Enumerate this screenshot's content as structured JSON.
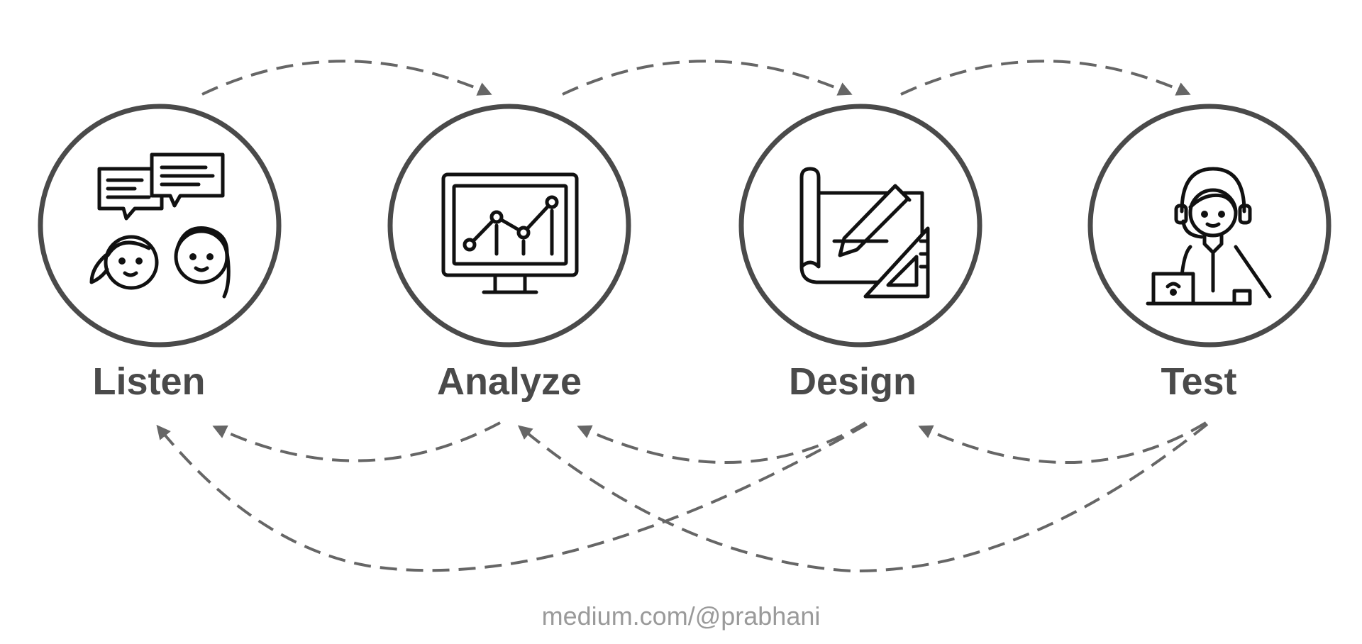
{
  "stages": [
    {
      "label": "Listen",
      "icon": "conversation-icon"
    },
    {
      "label": "Analyze",
      "icon": "monitor-chart-icon"
    },
    {
      "label": "Design",
      "icon": "blueprint-pencil-icon"
    },
    {
      "label": "Test",
      "icon": "support-agent-laptop-icon"
    }
  ],
  "footer": {
    "credit": "medium.com/@prabhani"
  },
  "colors": {
    "stroke": "#4a4a4a",
    "arrow": "#666666",
    "credit": "#9a9a9a"
  }
}
